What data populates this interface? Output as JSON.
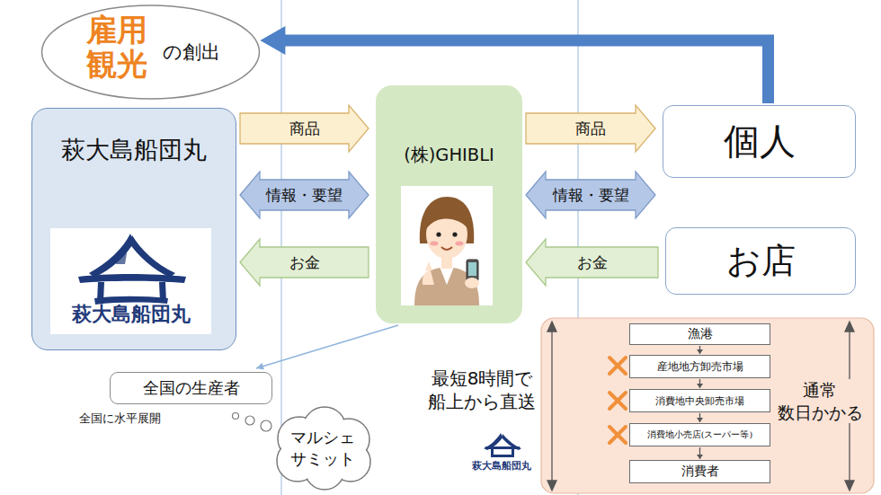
{
  "diagram": {
    "nodes": [
      {
        "text": [
          "雇用 観光",
          "の創出"
        ]
      },
      {
        "text": [
          "萩大島船団丸"
        ]
      },
      {
        "text": [
          "萩大島船団丸"
        ],
        "in": 1
      },
      {
        "text": [
          "(株)GHIBLI"
        ]
      },
      {
        "text": [
          "個人"
        ]
      },
      {
        "text": [
          "お店"
        ]
      },
      {
        "text": [
          "漁港"
        ]
      },
      {
        "text": [
          "産地地方卸売市場"
        ]
      },
      {
        "text": [
          "消費地中央卸売市場"
        ]
      },
      {
        "text": [
          "消費地小売店(スーパー等)"
        ]
      },
      {
        "text": [
          "消費者"
        ]
      },
      {
        "text": [
          "全国の生産者"
        ]
      },
      {
        "text": [
          "マルシェ サミット"
        ]
      }
    ],
    "edges": [
      {
        "from": 1,
        "to": 3,
        "label": "商品",
        "arrow": "to"
      },
      {
        "from": 1,
        "to": 3,
        "label": "情報・要望",
        "arrow": "both"
      },
      {
        "from": 3,
        "to": 1,
        "label": "お金",
        "arrow": "to"
      },
      {
        "from": 3,
        "to": 4,
        "label": "商品",
        "arrow": "to"
      },
      {
        "from": 3,
        "to": 4,
        "label": "情報・要望",
        "arrow": "both"
      },
      {
        "from": 5,
        "to": 3,
        "label": "お金",
        "arrow": "to"
      },
      {
        "from": 4,
        "to": 0,
        "arrow": "to"
      },
      {
        "from": 3,
        "to": 11,
        "arrow": "to"
      },
      {
        "from": 6,
        "to": 7,
        "arrow": "to"
      },
      {
        "from": 7,
        "to": 8,
        "arrow": "to"
      },
      {
        "from": 8,
        "to": 9,
        "arrow": "to"
      },
      {
        "from": 9,
        "to": 10,
        "arrow": "to"
      }
    ],
    "labels": [
      "全国に水平展開",
      "最短8時間で 船上から直送",
      "通常 数日かかる",
      "萩大島船団丸"
    ]
  }
}
